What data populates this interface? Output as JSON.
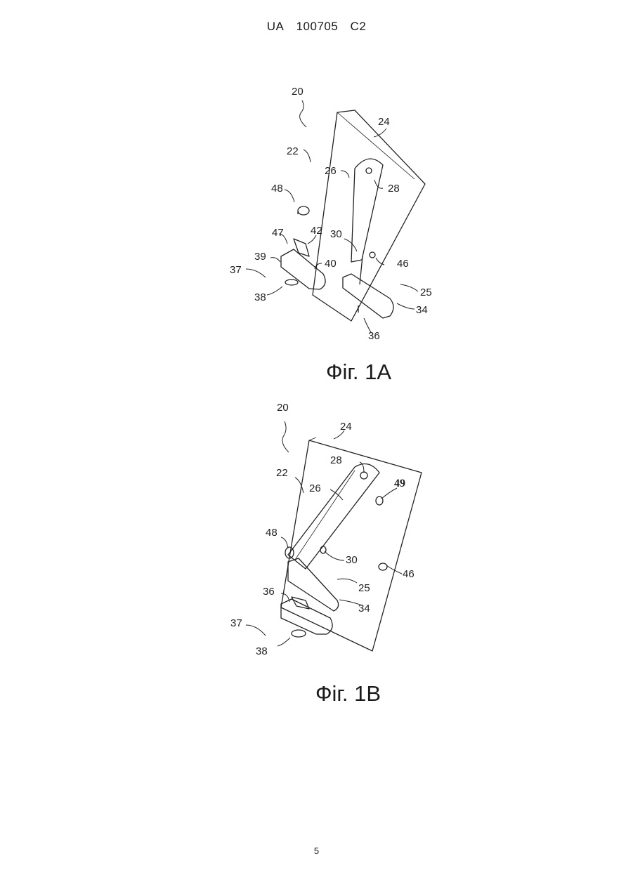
{
  "header": {
    "country": "UA",
    "number": "100705",
    "kind": "C2"
  },
  "figure_1a": {
    "caption": "Фіг. 1А",
    "labels": {
      "l20": "20",
      "l24": "24",
      "l22": "22",
      "l26": "26",
      "l28": "28",
      "l48": "48",
      "l47": "47",
      "l42": "42",
      "l30": "30",
      "l39": "39",
      "l40": "40",
      "l46": "46",
      "l37": "37",
      "l25": "25",
      "l38": "38",
      "l34": "34",
      "l36": "36"
    }
  },
  "figure_1b": {
    "caption": "Фіг. 1В",
    "labels": {
      "l20": "20",
      "l24": "24",
      "l28": "28",
      "l22": "22",
      "l49": "49",
      "l26": "26",
      "l48": "48",
      "l30": "30",
      "l46": "46",
      "l25": "25",
      "l36": "36",
      "l34": "34",
      "l37": "37",
      "l38": "38"
    }
  },
  "page_number": "5"
}
